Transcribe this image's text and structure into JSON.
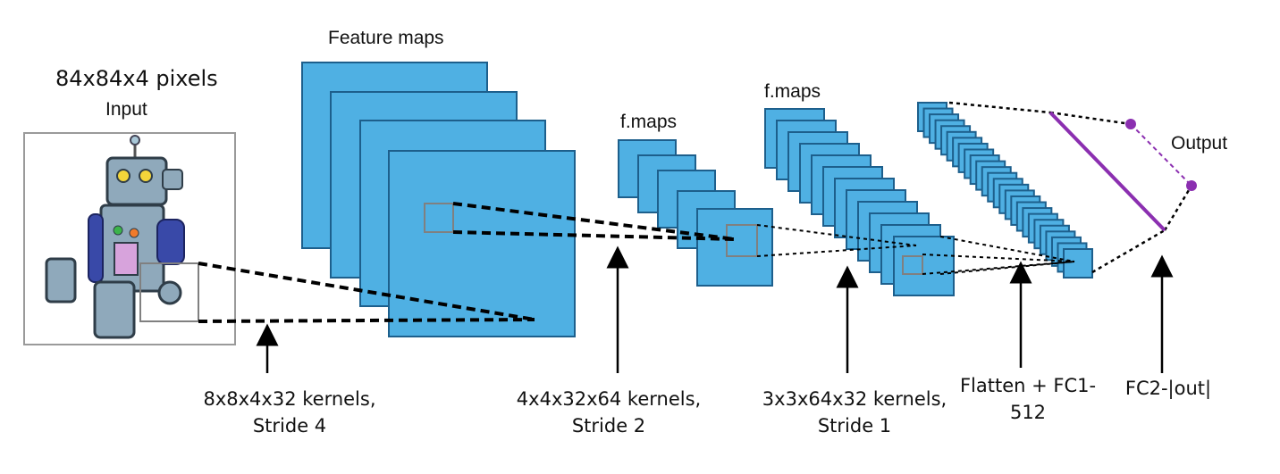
{
  "input": {
    "size_label": "84x84x4 pixels",
    "label": "Input"
  },
  "layers": {
    "conv1_label": "Feature maps",
    "conv2_label": "f.maps",
    "conv3_label": "f.maps",
    "output_label": "Output"
  },
  "captions": {
    "conv1": {
      "line1": "8x8x4x32 kernels,",
      "line2": "Stride 4"
    },
    "conv2": {
      "line1": "4x4x32x64 kernels,",
      "line2": "Stride 2"
    },
    "conv3": {
      "line1": "3x3x64x32 kernels,",
      "line2": "Stride 1"
    },
    "fc1": {
      "line1": "Flatten + FC1-",
      "line2": "512"
    },
    "fc2": {
      "line1": "FC2-|out|"
    }
  },
  "colors": {
    "map_fill": "#4fb0e3",
    "map_stroke": "#1d5f8c",
    "output_line": "#8b2fb0",
    "patch": "#808080"
  }
}
